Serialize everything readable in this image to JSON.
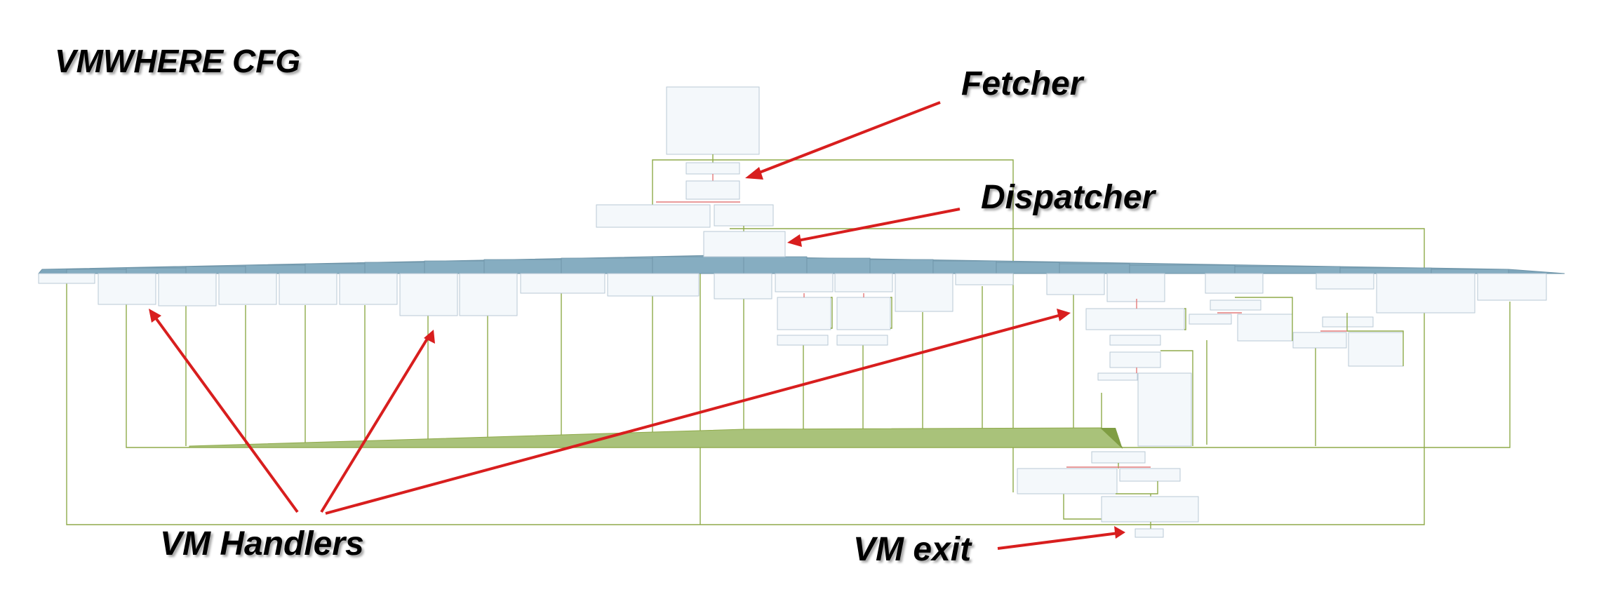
{
  "title": "VMWHERE CFG",
  "labels": {
    "fetcher": "Fetcher",
    "dispatcher": "Dispatcher",
    "vm_handlers": "VM Handlers",
    "vm_exit": "VM exit"
  },
  "colors": {
    "arrow": "#d81e1e",
    "block_fill": "#f4f8fb",
    "block_stroke": "#b9c9d6",
    "edge": "#8faa4a",
    "edge_back": "#e47a7a",
    "dispatch_fan": "#7fa8bd",
    "merge_band": "#a6bf73"
  }
}
